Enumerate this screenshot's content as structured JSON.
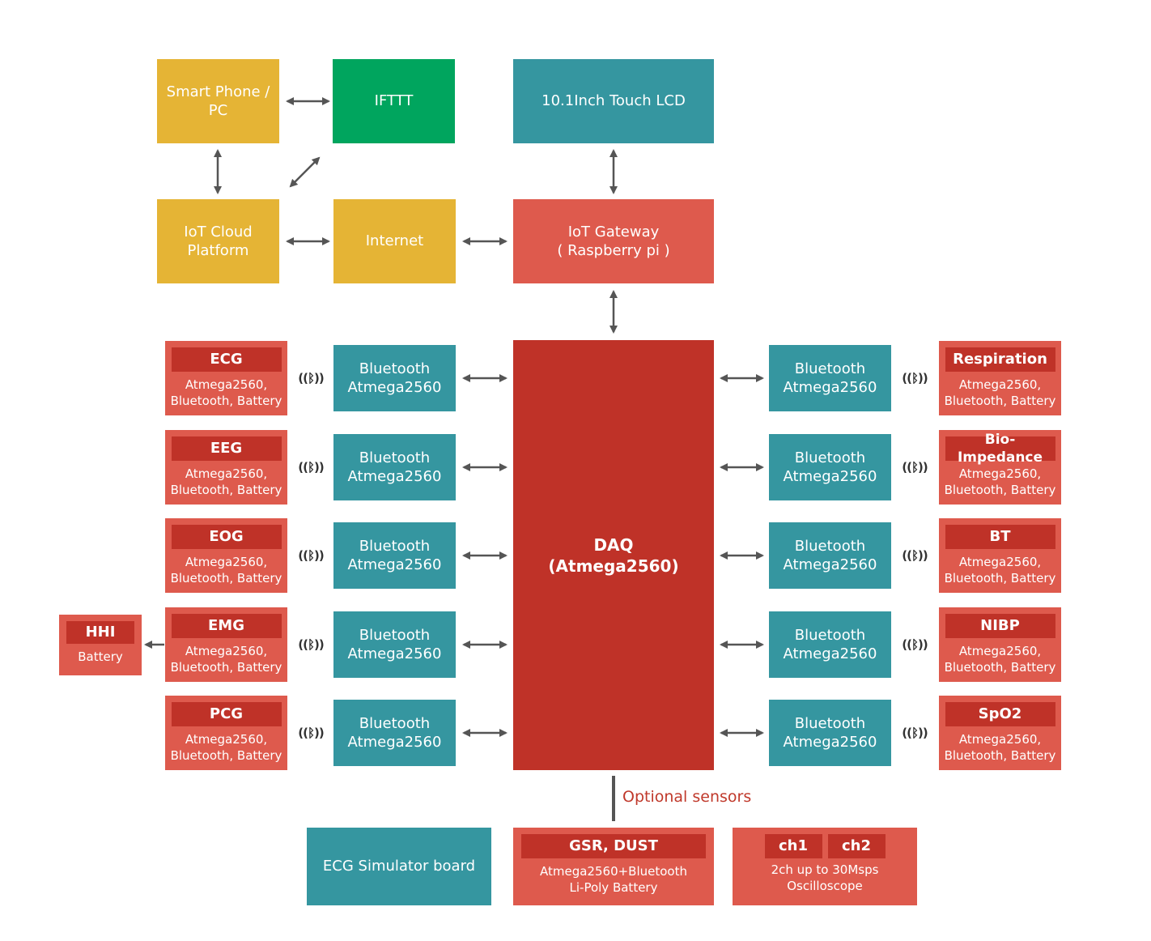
{
  "top": {
    "smartphone": "Smart Phone / PC",
    "ifttt": "IFTTT",
    "lcd": "10.1Inch Touch LCD",
    "cloud": "IoT Cloud Platform",
    "internet": "Internet",
    "gateway_line1": "IoT Gateway",
    "gateway_line2": "( Raspberry pi )"
  },
  "daq": {
    "line1": "DAQ",
    "line2": "(Atmega2560)"
  },
  "bluetooth_module": {
    "line1": "Bluetooth",
    "line2": "Atmega2560"
  },
  "sensor_sub": {
    "line1": "Atmega2560,",
    "line2": "Bluetooth, Battery"
  },
  "left_sensors": [
    "ECG",
    "EEG",
    "EOG",
    "EMG",
    "PCG"
  ],
  "right_sensors": [
    "Respiration",
    "Bio-Impedance",
    "BT",
    "NIBP",
    "SpO2"
  ],
  "hhi": {
    "title": "HHI",
    "sub": "Battery"
  },
  "optional": {
    "label": "Optional sensors",
    "ecg_sim": "ECG Simulator board",
    "gsr_title": "GSR, DUST",
    "gsr_line1": "Atmega2560+Bluetooth",
    "gsr_line2": "Li-Poly Battery",
    "ch1": "ch1",
    "ch2": "ch2",
    "osc_line1": "2ch up to 30Msps",
    "osc_line2": "Oscilloscope"
  },
  "colors": {
    "yellow": "#E5B435",
    "green": "#00A55E",
    "teal": "#3596A0",
    "salmon": "#DE5A4D",
    "dark_red": "#BF3228",
    "arrow": "#555555",
    "optional_text": "#C0392B"
  },
  "icons": {
    "wireless": "bluetooth-wireless-icon"
  }
}
